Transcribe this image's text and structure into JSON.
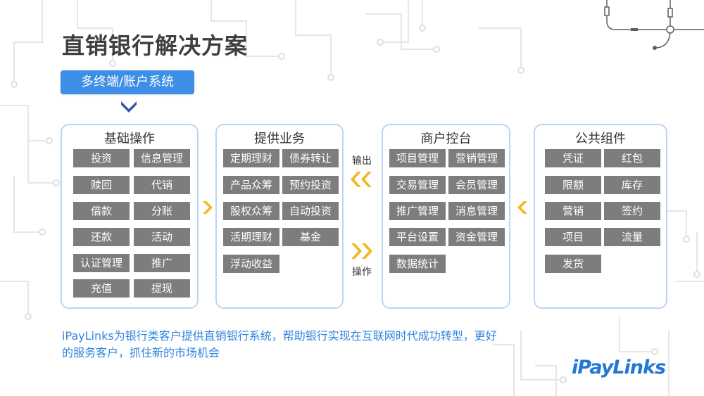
{
  "title": "直销银行解决方案",
  "entry": {
    "label": "多终端/账户系统"
  },
  "panels": [
    {
      "id": "basic",
      "title": "基础操作",
      "items": [
        "投资",
        "信息管理",
        "赎回",
        "代销",
        "借款",
        "分账",
        "还款",
        "活动",
        "认证管理",
        "推广",
        "充值",
        "提现"
      ]
    },
    {
      "id": "business",
      "title": "提供业务",
      "items": [
        "定期理财",
        "债券转让",
        "产品众筹",
        "预约投资",
        "股权众筹",
        "自动投资",
        "活期理财",
        "基金",
        "浮动收益"
      ]
    },
    {
      "id": "merchant",
      "title": "商户控台",
      "items": [
        "项目管理",
        "营销管理",
        "交易管理",
        "会员管理",
        "推广管理",
        "消息管理",
        "平台设置",
        "资金管理",
        "数据统计"
      ]
    },
    {
      "id": "common",
      "title": "公共组件",
      "items": [
        "凭证",
        "红包",
        "限额",
        "库存",
        "营销",
        "签约",
        "项目",
        "流量",
        "发货"
      ]
    }
  ],
  "flow": {
    "output_label": "输出",
    "operate_label": "操作"
  },
  "description": "iPayLinks为银行类客户提供直销银行系统，帮助银行实现在互联网时代成功转型，更好的服务客户，抓住新的市场机会",
  "logo": {
    "text": "iPayLinks"
  },
  "colors": {
    "accent_blue": "#3d8ee6",
    "panel_border": "#bcd6f2",
    "tag_gray": "#7d7d7d",
    "arrow_yellow": "#f3b81d",
    "chevron_navy": "#3b57a6",
    "text_blue": "#2f84de"
  }
}
